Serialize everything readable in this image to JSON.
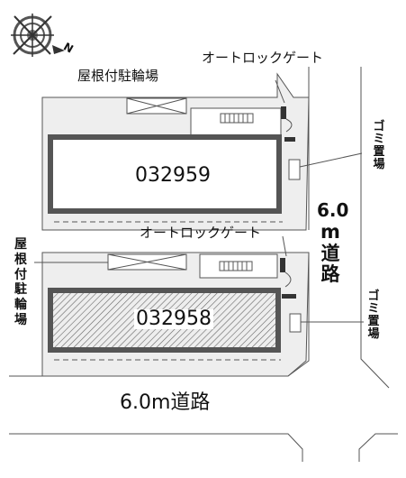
{
  "map": {
    "building_a_id": "032959",
    "building_b_id": "032958",
    "bicycle_parking_top": "屋根付駐輪場",
    "bicycle_parking_left": [
      "屋",
      "根",
      "付",
      "駐",
      "輪",
      "場"
    ],
    "autolock_gate_top": "オートロックゲート",
    "autolock_gate_mid": "オートロックゲート",
    "garbage_top": [
      "ゴ",
      "ミ",
      "置",
      "場"
    ],
    "garbage_bottom": [
      "ゴ",
      "ミ",
      "置",
      "場"
    ],
    "road_right_width": "6.0",
    "road_right_unit": [
      "m",
      "道",
      "路"
    ],
    "road_bottom": "6.0m道路",
    "compass_north": "N"
  }
}
